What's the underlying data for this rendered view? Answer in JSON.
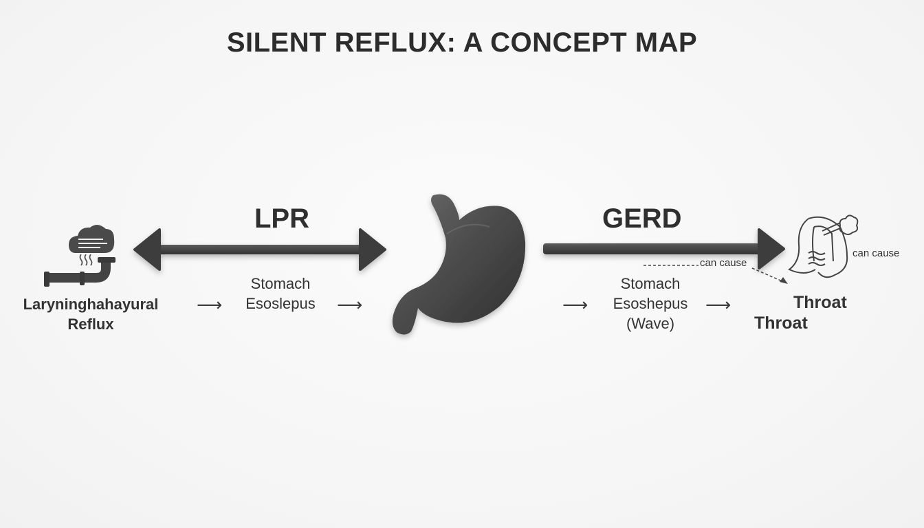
{
  "title": "SILENT REFLUX: A CONCEPT MAP",
  "left_node": {
    "icon": "reflux-pipe-cloud-icon",
    "label_line1": "Laryninghahayural",
    "label_line2": "Reflux"
  },
  "lpr": {
    "label": "LPR",
    "path_line1": "Stomach",
    "path_line2": "Esoslepus"
  },
  "center_node": {
    "icon": "stomach-icon"
  },
  "gerd": {
    "label": "GERD",
    "path_line1": "Stomach",
    "path_line2": "Esoshepus",
    "path_line3": "(Wave)"
  },
  "right_node": {
    "icon": "throat-irritation-icon",
    "can_cause_left": "can cause",
    "can_cause_right": "can cause",
    "throat_upper": "Throat",
    "throat_lower": "Throat"
  },
  "arrow_glyph": "⟶",
  "colors": {
    "arrow": "#3a3a3a",
    "icon_fill": "#4a4a4a",
    "text": "#2f2f2f"
  }
}
